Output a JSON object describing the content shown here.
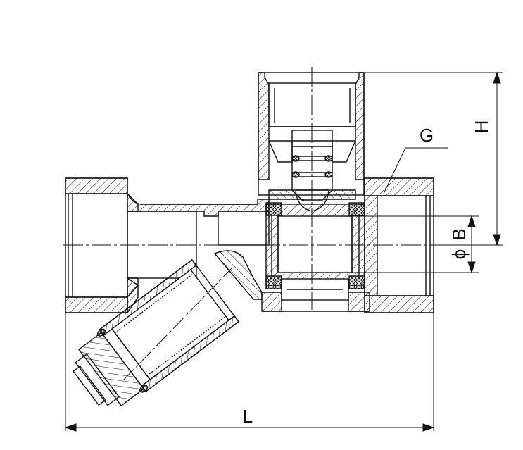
{
  "labels": {
    "height": "H",
    "thread": "G",
    "bore_symbol": "ϕ",
    "bore": "B",
    "length": "L"
  },
  "colors": {
    "line": "#111111",
    "background": "#ffffff"
  }
}
